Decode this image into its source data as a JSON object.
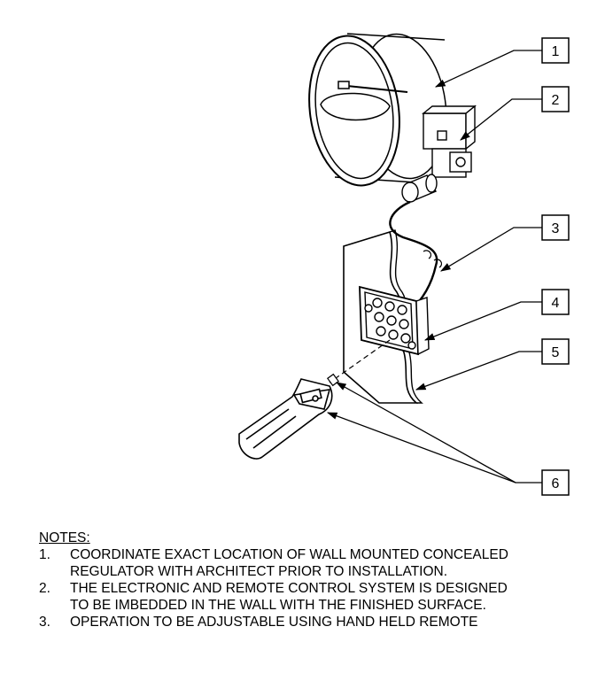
{
  "callouts": [
    "1",
    "2",
    "3",
    "4",
    "5",
    "6"
  ],
  "notes": {
    "title": "NOTES:",
    "items": [
      {
        "num": "1.",
        "lines": [
          "COORDINATE EXACT LOCATION OF WALL MOUNTED CONCEALED",
          "REGULATOR WITH ARCHITECT PRIOR TO INSTALLATION."
        ]
      },
      {
        "num": "2.",
        "lines": [
          "THE ELECTRONIC AND REMOTE CONTROL SYSTEM IS DESIGNED",
          "TO BE IMBEDDED IN THE WALL WITH THE FINISHED SURFACE."
        ]
      },
      {
        "num": "3.",
        "lines": [
          "OPERATION TO BE ADJUSTABLE USING HAND HELD REMOTE"
        ]
      }
    ]
  }
}
